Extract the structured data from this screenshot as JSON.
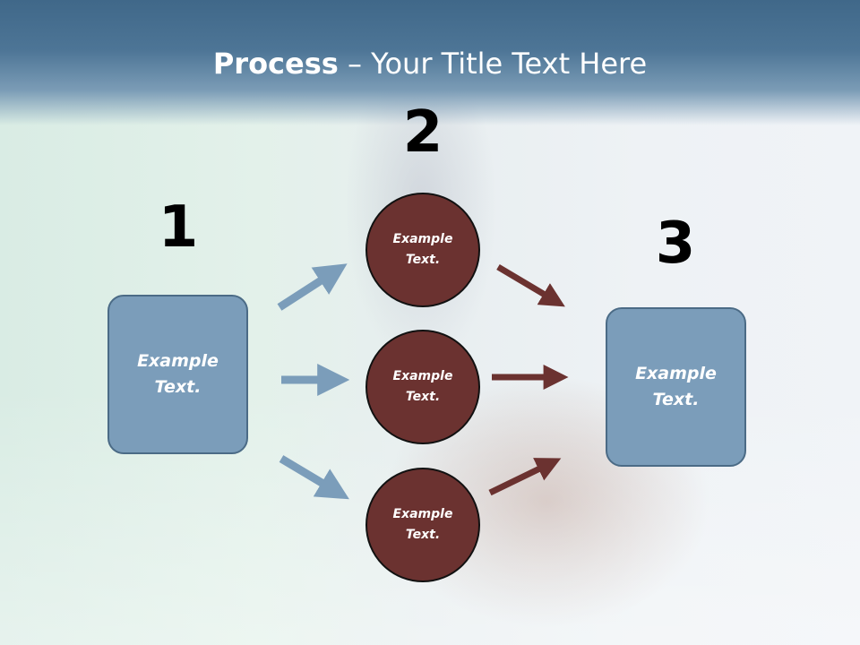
{
  "title": {
    "bold": "Process",
    "rest": " – Your Title Text Here"
  },
  "steps": {
    "one": {
      "number": "1",
      "text": "Example Text."
    },
    "two": {
      "number": "2",
      "circles": [
        "Example Text.",
        "Example Text.",
        "Example Text."
      ]
    },
    "three": {
      "number": "3",
      "text": "Example Text."
    }
  },
  "colors": {
    "box_fill": "#7b9dba",
    "circle_fill": "#6b3230",
    "blue_arrow": "#7b9dba",
    "red_arrow": "#6b3230"
  }
}
